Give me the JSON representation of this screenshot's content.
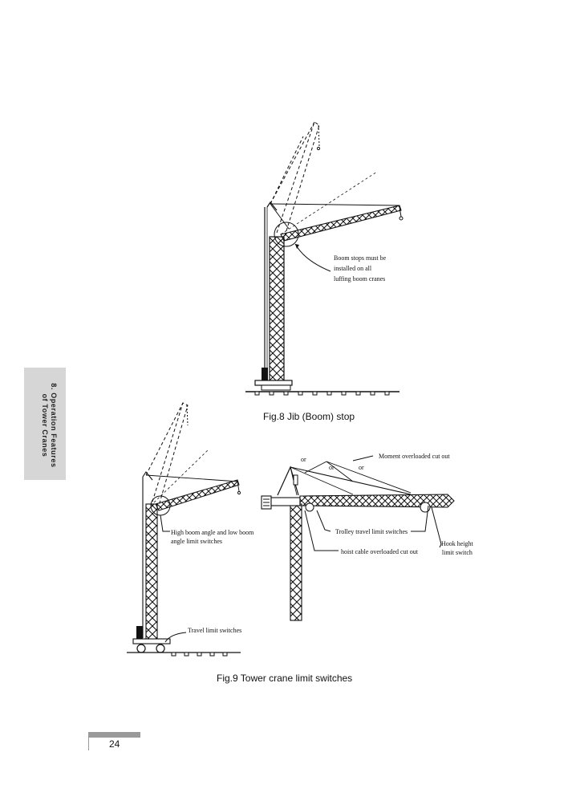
{
  "side_tab": {
    "line1": "8. Operation Features",
    "line2": "of Tower Cranes"
  },
  "fig8": {
    "note": [
      "Boom stops must be",
      "installed on all",
      "luffing boom cranes"
    ],
    "caption": "Fig.8  Jib (Boom) stop"
  },
  "fig9": {
    "left_labels": {
      "boom_angle": [
        "High boom angle and low boom",
        "angle limit switches"
      ],
      "travel": "Travel limit switches"
    },
    "right_labels": {
      "or1": "or",
      "or2": "or",
      "or3": "or",
      "moment": "Moment overloaded cut out",
      "trolley": "Trolley travel limit switches",
      "hoist": "hoist cable overloaded cut out",
      "hook": [
        "Hook height",
        "limit switch"
      ]
    },
    "caption": "Fig.9  Tower crane limit switches"
  },
  "page_number": "24"
}
